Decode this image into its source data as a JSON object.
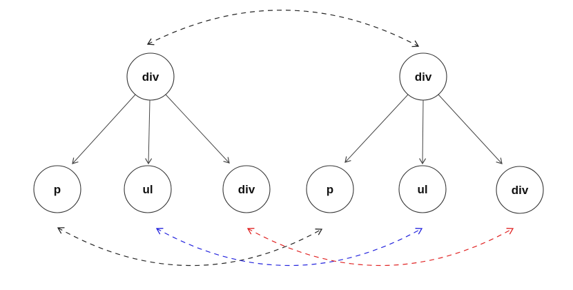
{
  "diagram": {
    "description": "Two DOM subtrees with dashed correspondence arrows between matching elements",
    "background": "#ffffff",
    "colors": {
      "node_stroke": "#333333",
      "node_fill": "#ffffff",
      "edge": "#444444",
      "label": "#111111"
    },
    "left_tree": {
      "root": {
        "label": "div"
      },
      "children": [
        {
          "label": "p"
        },
        {
          "label": "ul"
        },
        {
          "label": "div"
        }
      ]
    },
    "right_tree": {
      "root": {
        "label": "div"
      },
      "children": [
        {
          "label": "p"
        },
        {
          "label": "ul"
        },
        {
          "label": "div"
        }
      ]
    },
    "mappings": [
      {
        "name": "root-div-to-root-div",
        "color": "#222222",
        "line_style": "dashed",
        "arrows": "both",
        "position": "top"
      },
      {
        "name": "p-to-p",
        "color": "#222222",
        "line_style": "dashed",
        "arrows": "both",
        "position": "bottom"
      },
      {
        "name": "ul-to-ul",
        "color": "#2222dd",
        "line_style": "dashed",
        "arrows": "both",
        "position": "bottom"
      },
      {
        "name": "div-to-div",
        "color": "#e02222",
        "line_style": "dashed",
        "arrows": "both",
        "position": "bottom"
      }
    ]
  }
}
